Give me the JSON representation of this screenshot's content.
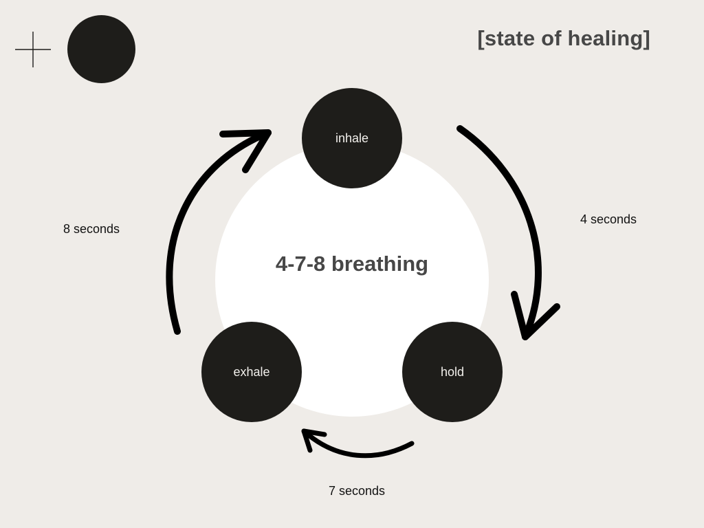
{
  "brand": {
    "text": "[state of healing]"
  },
  "diagram": {
    "title": "4-7-8 breathing",
    "steps": [
      {
        "label": "inhale"
      },
      {
        "label": "hold"
      },
      {
        "label": "exhale"
      }
    ],
    "durations": {
      "inhale_to_hold": "4 seconds",
      "hold_to_exhale": "7 seconds",
      "exhale_to_inhale": "8 seconds"
    }
  },
  "colors": {
    "background": "#efece8",
    "step_fill": "#1e1d1a",
    "center_fill": "#ffffff",
    "heading_text": "#474747",
    "arrow": "#000000"
  },
  "icons": {
    "top_left": [
      "plus-icon",
      "dot-icon"
    ],
    "flow": [
      "arrow-clockwise-icon"
    ]
  }
}
